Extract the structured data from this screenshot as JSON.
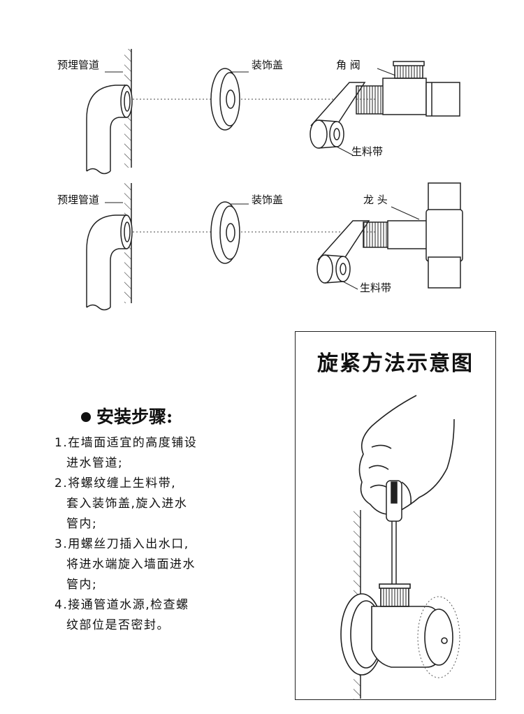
{
  "diagrams": [
    {
      "labels": {
        "pipe": "预埋管道",
        "cover": "装饰盖",
        "fitting": "角 阀",
        "tape": "生料带"
      }
    },
    {
      "labels": {
        "pipe": "预埋管道",
        "cover": "装饰盖",
        "fitting": "龙 头",
        "tape": "生料带"
      }
    }
  ],
  "steps": {
    "title": "安装步骤:",
    "items": [
      {
        "lines": [
          "1.在墙面适宜的高度铺设",
          "进水管道;"
        ]
      },
      {
        "lines": [
          "2.将螺纹缠上生料带,",
          "套入装饰盖,旋入进水",
          "管内;"
        ]
      },
      {
        "lines": [
          "3.用螺丝刀插入出水口,",
          "将进水端旋入墙面进水",
          "管内;"
        ]
      },
      {
        "lines": [
          "4.接通管道水源,检查螺",
          "纹部位是否密封。"
        ]
      }
    ]
  },
  "panel": {
    "title": "旋紧方法示意图"
  },
  "icons": [
    "wall-hatch-icon",
    "elbow-pipe-icon",
    "cover-plate-icon",
    "angle-valve-icon",
    "faucet-icon",
    "tape-roll-icon",
    "hand-icon",
    "screwdriver-icon"
  ]
}
